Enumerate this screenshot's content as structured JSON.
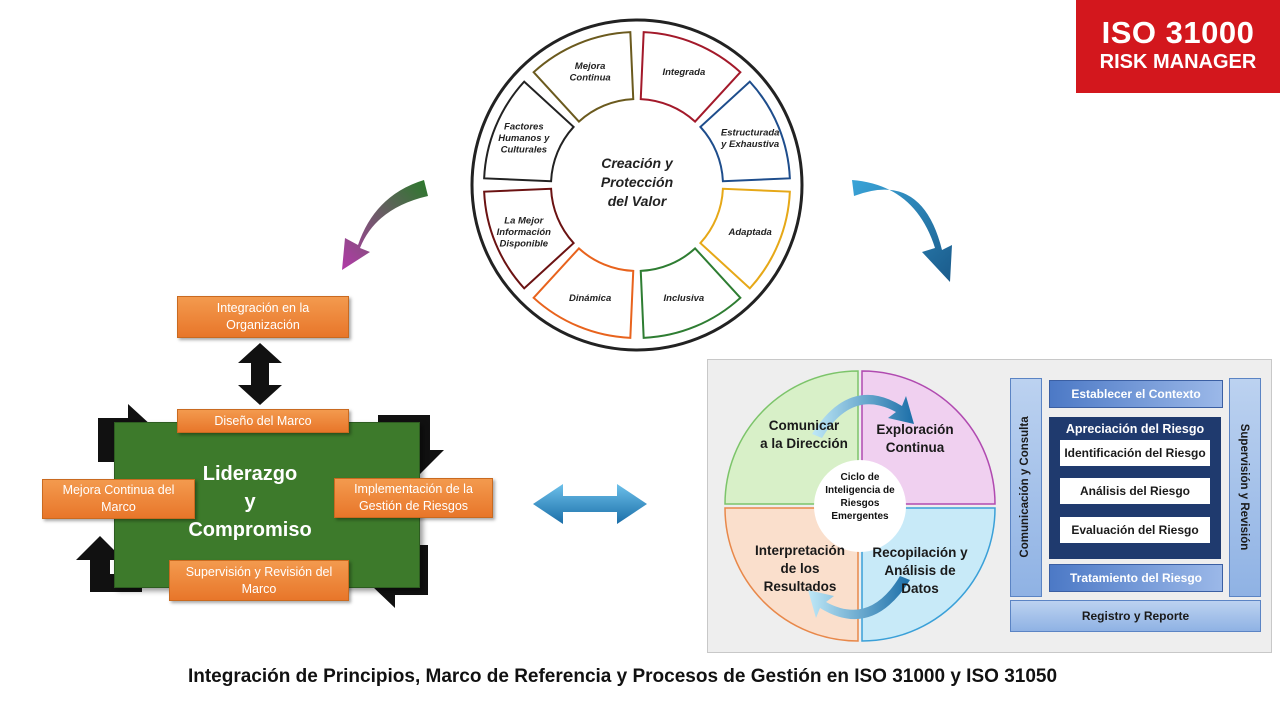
{
  "badge": {
    "line1": "ISO 31000",
    "line2": "RISK MANAGER"
  },
  "principles": {
    "center": [
      "Creación y",
      "Protección",
      "del Valor"
    ],
    "segments": [
      {
        "label": [
          "Integrada"
        ],
        "color": "#a3192a"
      },
      {
        "label": [
          "Estructurada",
          "y Exhaustiva"
        ],
        "color": "#1e4d8c"
      },
      {
        "label": [
          "Adaptada"
        ],
        "color": "#e6a817"
      },
      {
        "label": [
          "Inclusiva"
        ],
        "color": "#2e7d32"
      },
      {
        "label": [
          "Dinámica"
        ],
        "color": "#e8631d"
      },
      {
        "label": [
          "La Mejor",
          "Información",
          "Disponible"
        ],
        "color": "#6b1212"
      },
      {
        "label": [
          "Factores",
          "Humanos y",
          "Culturales"
        ],
        "color": "#222222"
      },
      {
        "label": [
          "Mejora",
          "Continua"
        ],
        "color": "#6b5a1e"
      }
    ]
  },
  "framework": {
    "center": [
      "Liderazgo",
      "y",
      "Compromiso"
    ],
    "integracion": [
      "Integración en la",
      "Organización"
    ],
    "diseno": "Diseño del Marco",
    "implementacion": [
      "Implementación de la",
      "Gestión de Riesgos"
    ],
    "supervision": [
      "Supervisión y Revisión del",
      "Marco"
    ],
    "mejora": [
      "Mejora Continua del",
      "Marco"
    ]
  },
  "intel_cycle": {
    "center": [
      "Ciclo de",
      "Inteligencia de",
      "Riesgos",
      "Emergentes"
    ],
    "q_top_left": [
      "Comunicar",
      "a la Dirección"
    ],
    "q_top_right": [
      "Exploración",
      "Continua"
    ],
    "q_bottom_left": [
      "Interpretación",
      "de los",
      "Resultados"
    ],
    "q_bottom_right": [
      "Recopilación y",
      "Análisis de",
      "Datos"
    ]
  },
  "process": {
    "contexto": "Establecer el Contexto",
    "apreciacion": "Apreciación del Riesgo",
    "identificacion": "Identificación del Riesgo",
    "analisis": "Análisis del Riesgo",
    "evaluacion": "Evaluación del Riesgo",
    "tratamiento": "Tratamiento del Riesgo",
    "comunicacion": "Comunicación y Consulta",
    "supervision": "Supervisión y Revisión",
    "registro": "Registro y Reporte"
  },
  "caption": "Integración de Principios, Marco de Referencia y Procesos de Gestión en ISO 31000 y ISO 31050"
}
